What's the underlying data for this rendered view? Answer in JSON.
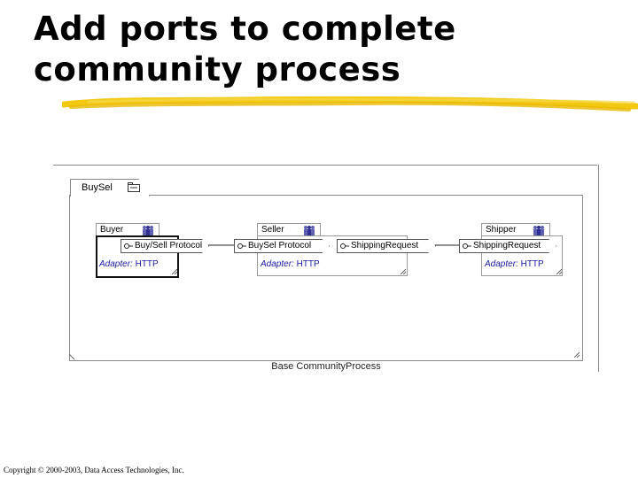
{
  "slide": {
    "title_line1": "Add ports to complete",
    "title_line2": "community process",
    "footer": "Copyright © 2000-2003, Data Access Technologies, Inc."
  },
  "diagram": {
    "tab_label": "BuySel",
    "process_label": "Base CommunityProcess",
    "roles": [
      {
        "name": "Buyer",
        "active": true
      },
      {
        "name": "Seller",
        "active": false
      },
      {
        "name": "Shipper",
        "active": false
      }
    ],
    "ports": [
      "Buy/Sell Protocol",
      "BuySel Protocol",
      "ShippingRequest",
      "ShippingRequest"
    ],
    "adapters": [
      {
        "label": "Adapter:",
        "value": "HTTP"
      },
      {
        "label": "Adapter:",
        "value": "HTTP"
      },
      {
        "label": "Adapter:",
        "value": "HTTP"
      }
    ]
  },
  "colors": {
    "highlighter": "#f2c811",
    "adapter_text": "#1a1aa0"
  }
}
